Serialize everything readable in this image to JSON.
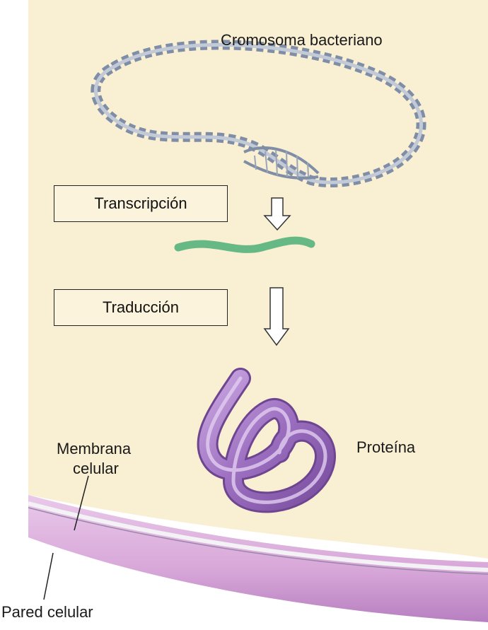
{
  "labels": {
    "chromosome": "Cromosoma bacteriano",
    "transcription": "Transcripción",
    "translation": "Traducción",
    "protein": "Proteína",
    "membrane_line1": "Membrana",
    "membrane_line2": "celular",
    "cell_wall": "Pared celular"
  },
  "colors": {
    "cytoplasm": "#f9efd2",
    "dna": "#8d9bb0",
    "mrna": "#6fbf8a",
    "protein": "#a57ac4",
    "cell_wall": "#d9b2dc",
    "membrane": "#e8e8ee"
  }
}
